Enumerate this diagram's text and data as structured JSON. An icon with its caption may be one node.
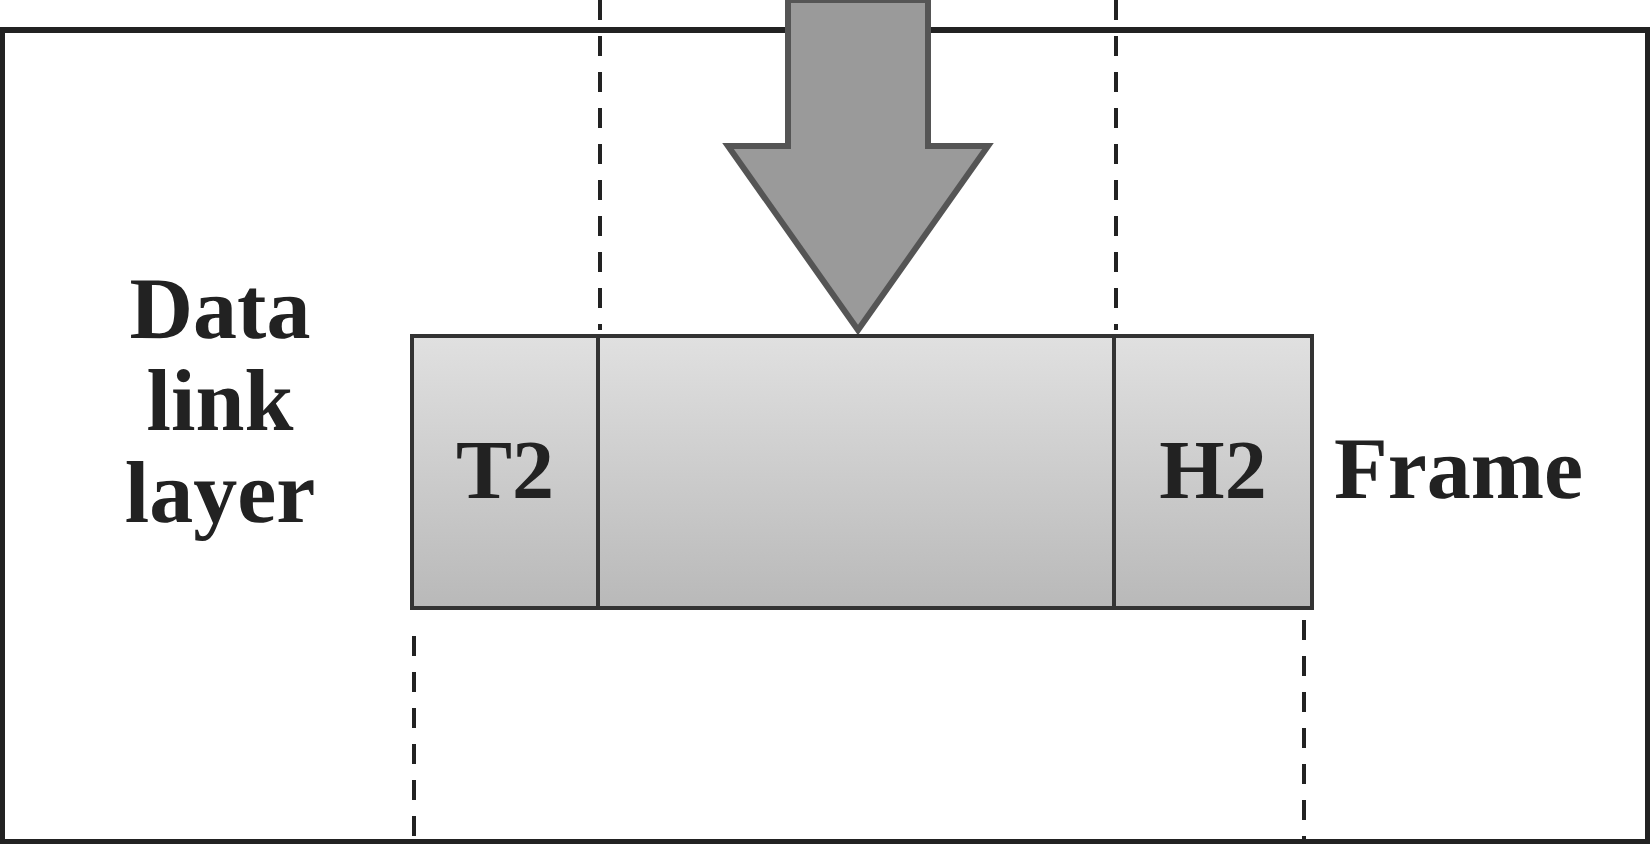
{
  "diagram": {
    "nodes": [
      {
        "text": [
          "T2"
        ]
      },
      {
        "text": [],
        "shape": "box"
      },
      {
        "text": [
          "H2"
        ],
        "beside": [
          "Frame"
        ]
      }
    ],
    "edges": [
      {
        "from": null,
        "to": 1,
        "arrow": "to",
        "style": "thick",
        "color": "#9a9a9a"
      }
    ],
    "labels": [
      "Data link layer"
    ]
  }
}
